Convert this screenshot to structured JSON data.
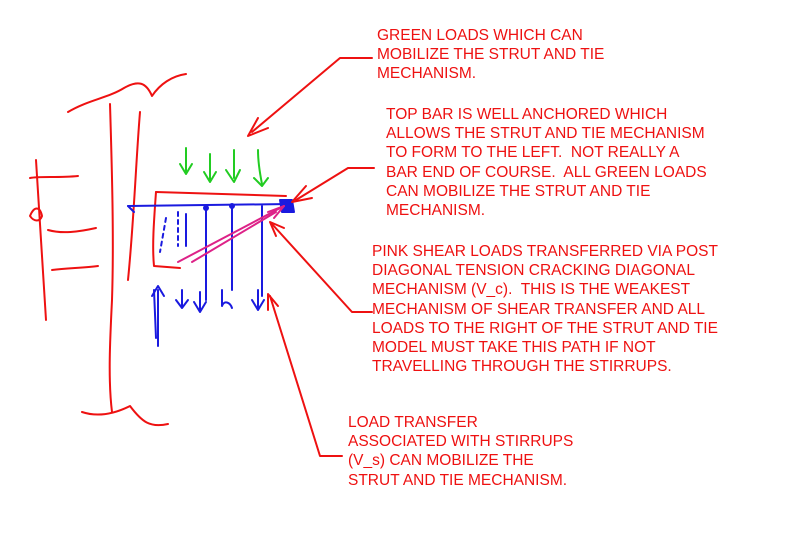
{
  "annotations": {
    "green_loads": [
      "GREEN LOADS WHICH CAN",
      "MOBILIZE THE STRUT AND TIE",
      "MECHANISM."
    ],
    "top_bar": [
      "TOP BAR IS WELL ANCHORED WHICH",
      "ALLOWS THE STRUT AND TIE MECHANISM",
      "TO FORM TO THE LEFT.  NOT REALLY A",
      "BAR END OF COURSE.  ALL GREEN LOADS",
      "CAN MOBILIZE THE STRUT AND TIE",
      "MECHANISM."
    ],
    "pink_shear": [
      "PINK SHEAR LOADS TRANSFERRED VIA POST",
      "DIAGONAL TENSION CRACKING DIAGONAL",
      "MECHANISM (V_c).  THIS IS THE WEAKEST",
      "MECHANISM OF SHEAR TRANSFER AND ALL",
      "LOADS TO THE RIGHT OF THE STRUT AND TIE",
      "MODEL MUST TAKE THIS PATH IF NOT",
      "TRAVELLING THROUGH THE STIRRUPS."
    ],
    "stirrups": [
      "LOAD TRANSFER",
      "ASSOCIATED WITH STIRRUPS",
      "(V_s) CAN MOBILIZE THE",
      "STRUT AND TIE MECHANISM."
    ]
  },
  "colors": {
    "text": "#ee1111",
    "outline": "#ee1111",
    "green_loads": "#22cc22",
    "rebar": "#1a1adf",
    "shear": "#dd2288"
  }
}
